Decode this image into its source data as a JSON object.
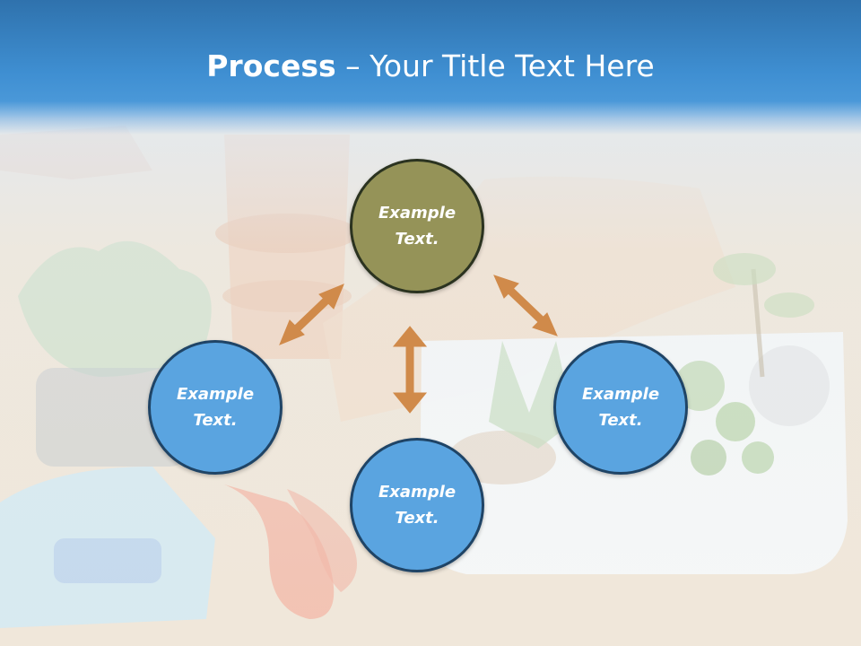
{
  "slide": {
    "title_bold": "Process",
    "title_rest": " – Your Title Text Here"
  },
  "nodes": [
    {
      "label": "Example Text.",
      "color": "#959358"
    },
    {
      "label": "Example Text.",
      "color": "#5aa4e0"
    },
    {
      "label": "Example Text.",
      "color": "#5aa4e0"
    },
    {
      "label": "Example Text.",
      "color": "#5aa4e0"
    }
  ],
  "colors": {
    "header": "#3f8fd2",
    "arrow": "#d08a4a",
    "olive_circle": "#959358",
    "blue_circle": "#5aa4e0"
  },
  "icons": [
    "double-arrow-icon"
  ]
}
